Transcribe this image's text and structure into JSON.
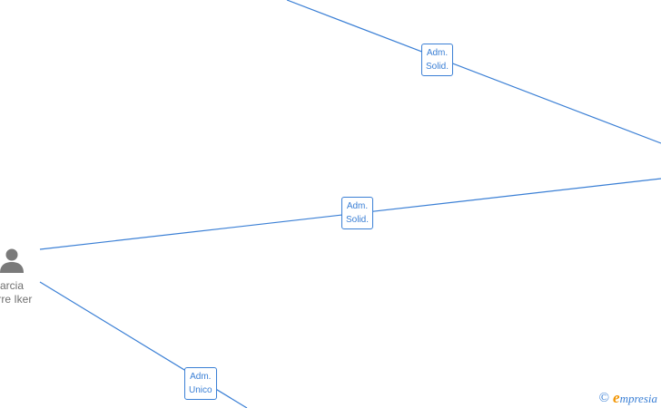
{
  "relationships": [
    {
      "line1": "Adm.",
      "line2": "Solid."
    },
    {
      "line1": "Adm.",
      "line2": "Solid."
    },
    {
      "line1": "Adm.",
      "line2": "Unico"
    }
  ],
  "person": {
    "name_line1": "arcia",
    "name_line2": "orre Iker",
    "icon": "person-icon"
  },
  "watermark": {
    "copyright": "©",
    "brand_initial": "e",
    "brand_rest": "mpresia"
  },
  "colors": {
    "edge": "#3a7fd5",
    "person_icon": "#7a7a7a",
    "name_text": "#6f6f6f",
    "brand_accent": "#f29400"
  }
}
